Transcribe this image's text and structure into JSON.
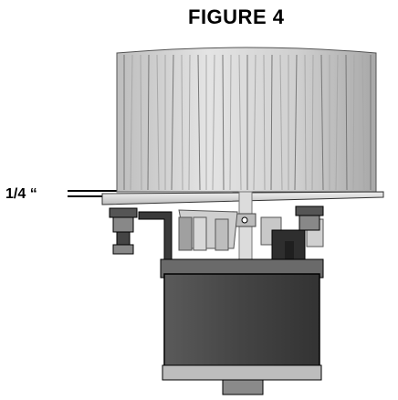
{
  "figure": {
    "title": "FIGURE 4",
    "dimension_label": "1/4 “"
  },
  "colors": {
    "wheel_fill": "#d4d4d4",
    "wheel_blade_dark": "#9a9a9a",
    "plate_fill": "#e6e6e6",
    "motor_body": "#4a4a4a",
    "bracket": "#3a3a3a",
    "outline": "#000000"
  },
  "icons": [
    "blower-wheel",
    "mounting-plate",
    "motor-housing",
    "mounting-bolt",
    "shaft",
    "bracket"
  ]
}
